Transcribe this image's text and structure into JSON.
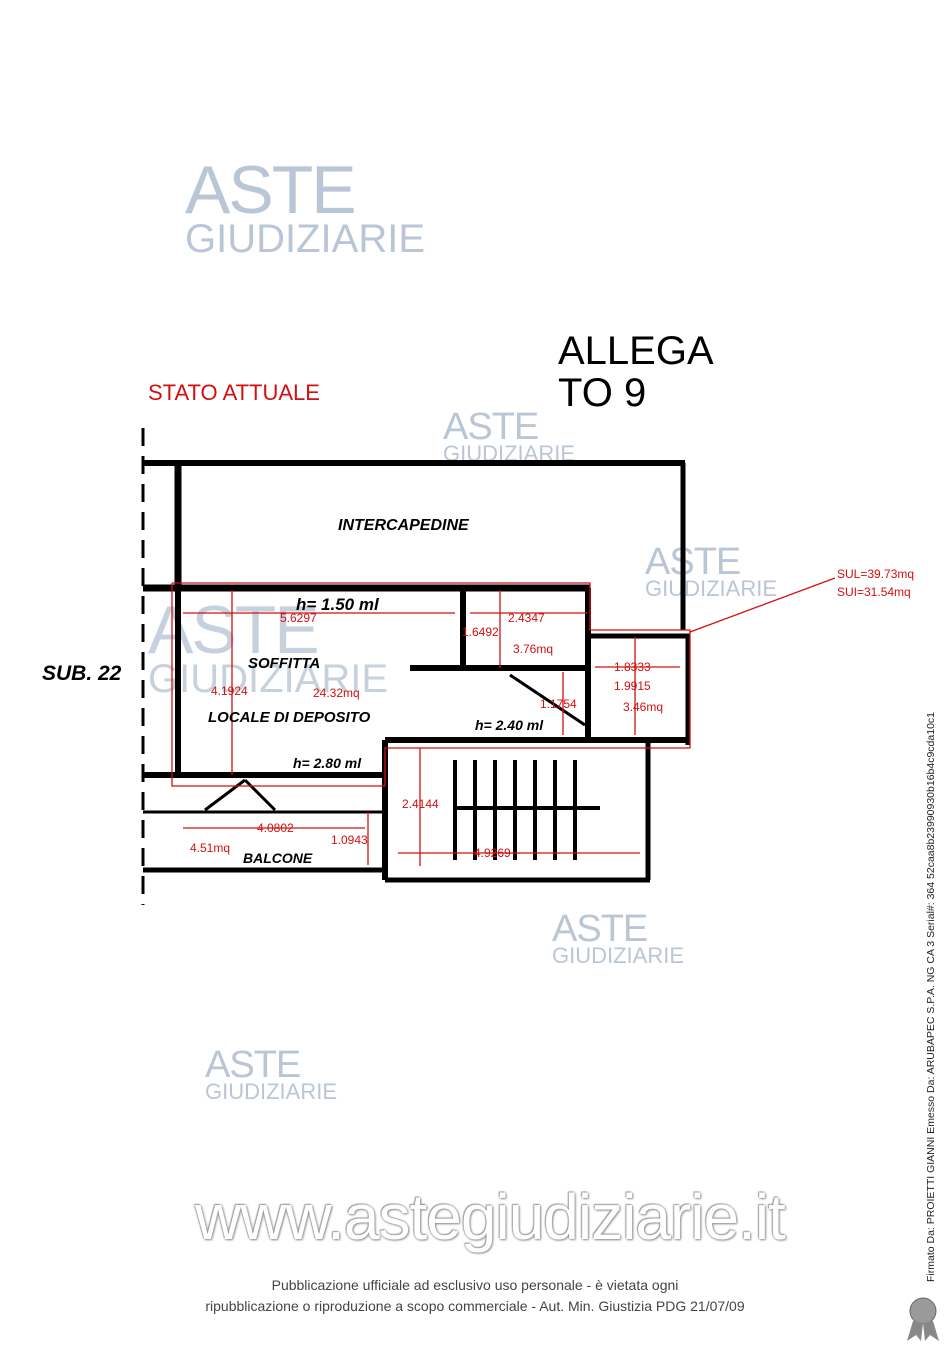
{
  "watermark": {
    "line1": "ASTE",
    "line2": "GIUDIZIARIE"
  },
  "attachment_title": {
    "line1": "ALLEGA",
    "line2": "TO 9"
  },
  "state_label": "STATO ATTUALE",
  "areas_summary": {
    "sul": "SUL=39.73mq",
    "sui": "SUI=31.54mq"
  },
  "plan": {
    "sub_label": "SUB. 22",
    "rooms": {
      "intercapedine": "INTERCAPEDINE",
      "soffitta": "SOFFITTA",
      "locale": "LOCALE DI DEPOSITO",
      "balcone": "BALCONE"
    },
    "heights": {
      "h150": "h= 1.50 ml",
      "h240": "h= 2.40 ml",
      "h280": "h= 2.80 ml"
    },
    "dimensions": {
      "d1": "5.6297",
      "d2": "2.4347",
      "d3": "1.6492",
      "d4": "4.1924",
      "d5": "1.1754",
      "d6": "1.8333",
      "d7": "1.9915",
      "d8": "2.4144",
      "d9": "4.0802",
      "d10": "1.0943",
      "d11": "4.9269"
    },
    "areas": {
      "main": "24.32mq",
      "small1": "3.76mq",
      "small2": "3.46mq",
      "balcony": "4.51mq"
    },
    "annotation_color": "#d21010"
  },
  "website": "www.astegiudiziarie.it",
  "notice": {
    "line1": "Pubblicazione ufficiale ad esclusivo uso personale - è vietata ogni",
    "line2": "ripubblicazione o riproduzione a scopo commerciale - Aut. Min. Giustizia PDG 21/07/09"
  },
  "signature": "Firmato Da: PROIETTI GIANNI Emesso Da: ARUBAPEC S.P.A. NG CA 3 Serial#: 364 52caa8b23990930b16b4c9cda10c1"
}
